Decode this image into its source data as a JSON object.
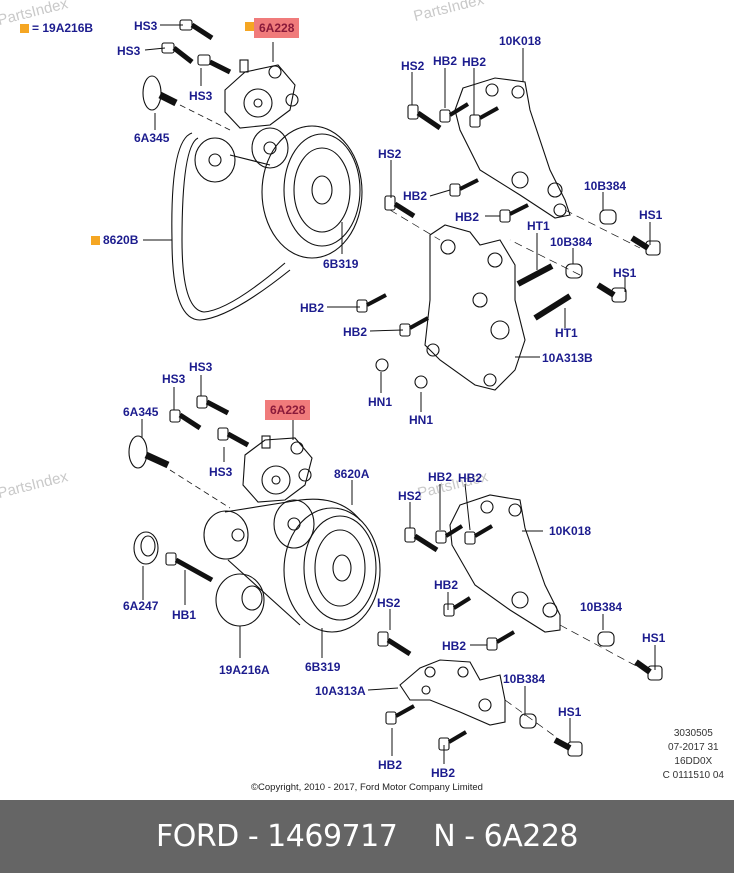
{
  "watermark": "PartsIndex",
  "legend": {
    "marker_color": "#f5a623",
    "text": "= 19A216B"
  },
  "colors": {
    "label": "#1c1c8e",
    "highlight_bg": "#f07b7b",
    "highlight_text": "#8a1a3a",
    "footer_bg": "#656565"
  },
  "upper_assembly": {
    "labels": [
      {
        "id": "hs3-a",
        "text": "HS3"
      },
      {
        "id": "hs3-b",
        "text": "HS3"
      },
      {
        "id": "hs3-c",
        "text": "HS3"
      },
      {
        "id": "tensioner",
        "text": "6A228",
        "highlighted": true,
        "marked": true
      },
      {
        "id": "idler-6a345",
        "text": "6A345"
      },
      {
        "id": "belt",
        "text": "8620B",
        "marked": true
      },
      {
        "id": "pulley",
        "text": "6B319"
      },
      {
        "id": "hs2-a",
        "text": "HS2"
      },
      {
        "id": "hb2-a",
        "text": "HB2"
      },
      {
        "id": "hb2-b",
        "text": "HB2"
      },
      {
        "id": "bracket-10k018",
        "text": "10K018"
      },
      {
        "id": "hs2-b",
        "text": "HS2"
      },
      {
        "id": "hb2-c",
        "text": "HB2"
      },
      {
        "id": "hb2-d",
        "text": "HB2"
      },
      {
        "id": "ht1-a",
        "text": "HT1"
      },
      {
        "id": "bush-a",
        "text": "10B384"
      },
      {
        "id": "hs1-a",
        "text": "HS1"
      },
      {
        "id": "bush-b",
        "text": "10B384"
      },
      {
        "id": "hs1-b",
        "text": "HS1"
      },
      {
        "id": "hb2-e",
        "text": "HB2"
      },
      {
        "id": "hb2-f",
        "text": "HB2"
      },
      {
        "id": "ht1-b",
        "text": "HT1"
      },
      {
        "id": "bracket-10a313b",
        "text": "10A313B"
      },
      {
        "id": "hn1-a",
        "text": "HN1"
      },
      {
        "id": "hn1-b",
        "text": "HN1"
      }
    ]
  },
  "lower_assembly": {
    "labels": [
      {
        "id": "hs3-d",
        "text": "HS3"
      },
      {
        "id": "hs3-e",
        "text": "HS3"
      },
      {
        "id": "idler-6a345",
        "text": "6A345"
      },
      {
        "id": "tensioner",
        "text": "6A228",
        "highlighted": true
      },
      {
        "id": "hs3-f",
        "text": "HS3"
      },
      {
        "id": "belt",
        "text": "8620A"
      },
      {
        "id": "hb2-g",
        "text": "HB2"
      },
      {
        "id": "hb2-h",
        "text": "HB2"
      },
      {
        "id": "hs2-c",
        "text": "HS2"
      },
      {
        "id": "bracket-10k018",
        "text": "10K018"
      },
      {
        "id": "cap-6a247",
        "text": "6A247"
      },
      {
        "id": "hb1",
        "text": "HB1"
      },
      {
        "id": "idler-19a216a",
        "text": "19A216A"
      },
      {
        "id": "pulley",
        "text": "6B319"
      },
      {
        "id": "hb2-i",
        "text": "HB2"
      },
      {
        "id": "bush-c",
        "text": "10B384"
      },
      {
        "id": "hs1-c",
        "text": "HS1"
      },
      {
        "id": "hs2-d",
        "text": "HS2"
      },
      {
        "id": "hb2-j",
        "text": "HB2"
      },
      {
        "id": "bracket-10a313a",
        "text": "10A313A"
      },
      {
        "id": "bush-d",
        "text": "10B384"
      },
      {
        "id": "hs1-d",
        "text": "HS1"
      },
      {
        "id": "hb2-k",
        "text": "HB2"
      },
      {
        "id": "hb2-l",
        "text": "HB2"
      }
    ]
  },
  "copyright": "©Copyright, 2010 - 2017, Ford Motor Company Limited",
  "drawing_code": [
    "3030505",
    "07-2017 31",
    "16DD0X",
    "C 0111510 04"
  ],
  "footer": {
    "brand_part": "FORD - 1469717",
    "name_part": "N - 6A228"
  }
}
